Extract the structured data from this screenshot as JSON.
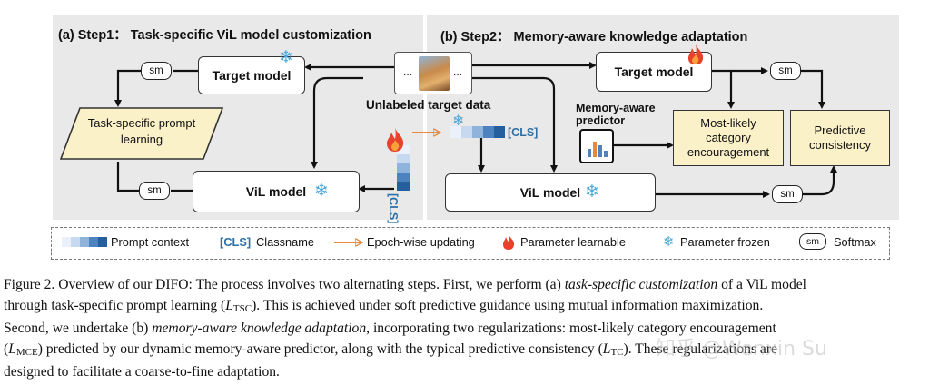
{
  "step1": {
    "title": "(a) Step1： Task-specific ViL model customization",
    "target_model": "Target model",
    "vil_model": "ViL model",
    "prompt_learning": "Task-specific prompt learning",
    "sm_top": "sm",
    "sm_bottom": "sm"
  },
  "step2": {
    "title": "(b) Step2： Memory-aware knowledge adaptation",
    "target_model": "Target model",
    "vil_model": "ViL model",
    "memory_predictor": "Memory-aware predictor",
    "most_likely": "Most-likely category encouragement",
    "predictive_consistency": "Predictive consistency",
    "sm_top": "sm",
    "sm_bottom": "sm"
  },
  "center": {
    "data_label": "Unlabeled target data",
    "dots": "...",
    "cls_vertical": "[CLS]",
    "cls_horizontal": "[CLS]"
  },
  "legend": {
    "prompt_context": "Prompt context",
    "classname_tag": "[CLS]",
    "classname": "Classname",
    "epoch_updating": "Epoch-wise updating",
    "param_learnable": "Parameter learnable",
    "param_frozen": "Parameter frozen",
    "sm": "sm",
    "softmax": "Softmax"
  },
  "caption": {
    "l1a": "Figure 2. Overview of our DIFO: The process involves two alternating steps. First, we perform (a) ",
    "l1b": "task-specific customization",
    "l1c": " of a ViL model",
    "l2a": "through task-specific prompt learning (",
    "l2m": "L",
    "l2s": "TSC",
    "l2b": "). This is achieved under soft predictive guidance using mutual information maximization.",
    "l3a": "Second, we undertake (b) ",
    "l3b": "memory-aware knowledge adaptation",
    "l3c": ", incorporating two regularizations: most-likely category encouragement",
    "l4m": "L",
    "l4s": "MCE",
    "l4a": ") predicted by our dynamic memory-aware predictor, along with the typical predictive consistency (",
    "l4m2": "L",
    "l4s2": "TC",
    "l4b": "). These regularizations are",
    "l5": "designed to facilitate a coarse-to-fine adaptation."
  },
  "watermark": "知乎 @Wenxin Su",
  "colors": {
    "panel_bg": "#e9e9e9",
    "yellow_box": "#fbf1c9",
    "cls_blue": "#2e6fa6",
    "arrow_orange": "#e8893a",
    "flame_red": "#e8412c",
    "snow_blue": "#4aa6d8"
  }
}
